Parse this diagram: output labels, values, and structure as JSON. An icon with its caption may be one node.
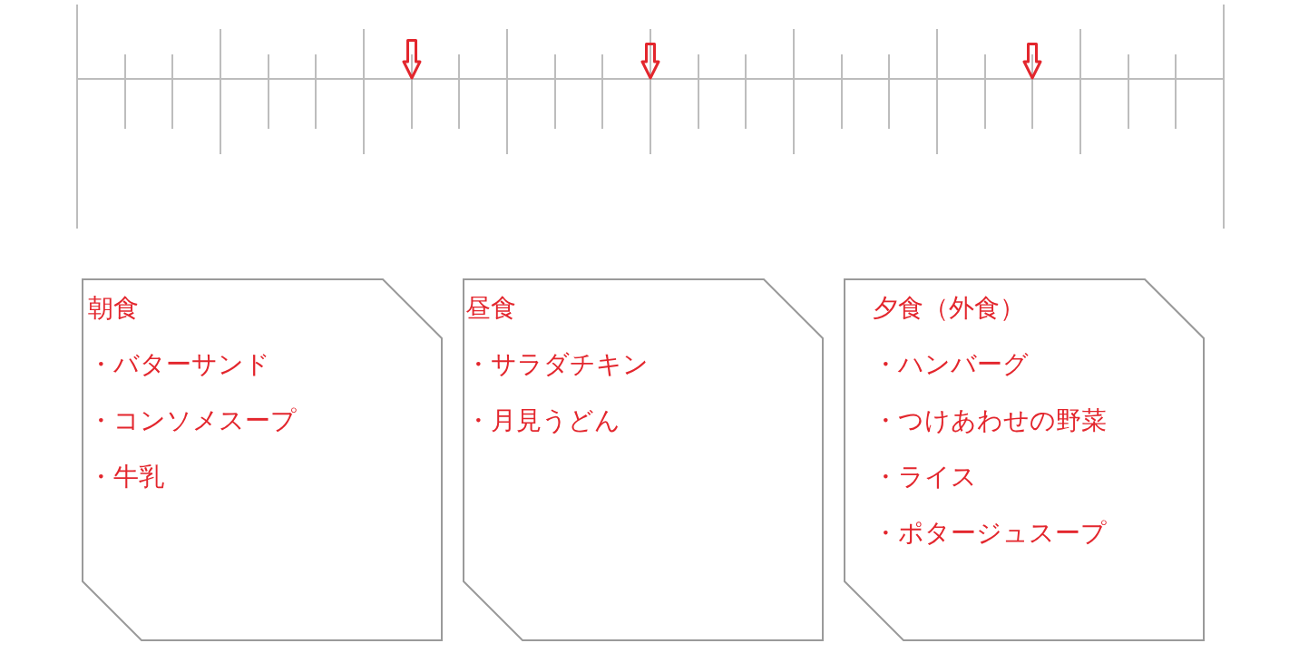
{
  "diagram": {
    "nodes": [
      {
        "text": [
          "朝食",
          "・バターサンド",
          "・コンソメスープ",
          "・牛乳"
        ]
      },
      {
        "text": [
          "昼食",
          "・サラダチキン",
          "・月見うどん"
        ]
      },
      {
        "text": [
          "夕食（外食）",
          "・ハンバーグ",
          "・つけあわせの野菜",
          "・ライス",
          "・ポタージュスープ"
        ]
      }
    ]
  }
}
